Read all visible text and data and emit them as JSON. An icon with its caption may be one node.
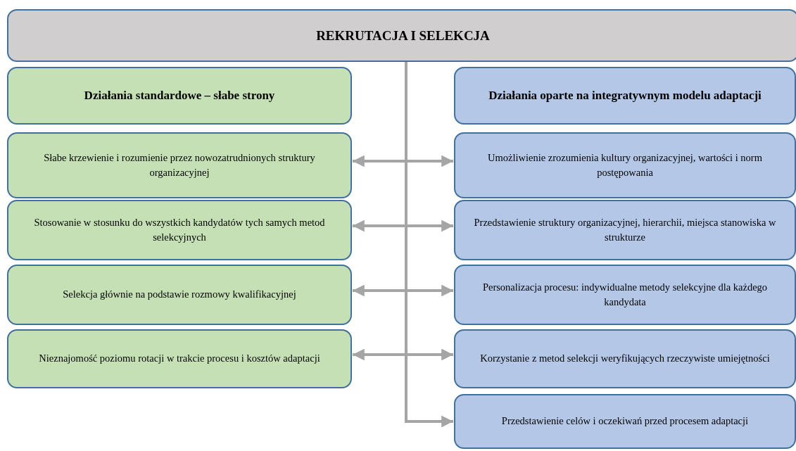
{
  "diagram": {
    "nodes": [
      {
        "text": [
          "REKRUTACJA I SELEKCJA"
        ]
      },
      {
        "text": [
          "Działania standardowe – słabe strony"
        ]
      },
      {
        "text": [
          "Działania oparte na integratywnym modelu adaptacji"
        ]
      },
      {
        "text": [
          "Słabe krzewienie i rozumienie przez nowozatrudnionych struktury organizacyjnej"
        ]
      },
      {
        "text": [
          "Umożliwienie zrozumienia kultury organizacyjnej, wartości i norm postępowania"
        ]
      },
      {
        "text": [
          "Stosowanie w stosunku do wszystkich kandydatów tych samych metod selekcyjnych"
        ]
      },
      {
        "text": [
          "Przedstawienie struktury organizacyjnej, hierarchii, miejsca stanowiska w strukturze"
        ]
      },
      {
        "text": [
          "Selekcja głównie na podstawie rozmowy kwalifikacyjnej"
        ]
      },
      {
        "text": [
          "Personalizacja procesu: indywidualne metody selekcyjne dla każdego kandydata"
        ]
      },
      {
        "text": [
          "Nieznajomość poziomu rotacji w trakcie procesu i kosztów adaptacji"
        ]
      },
      {
        "text": [
          "Korzystanie z metod selekcji weryfikujących rzeczywiste umiejętności"
        ]
      },
      {
        "text": [
          "Przedstawienie celów i oczekiwań przed procesem adaptacji"
        ]
      }
    ],
    "edges": [
      {
        "from": 3,
        "to": 4,
        "arrow": "both"
      },
      {
        "from": 5,
        "to": 6,
        "arrow": "both"
      },
      {
        "from": 7,
        "to": 8,
        "arrow": "both"
      },
      {
        "from": 9,
        "to": 10,
        "arrow": "both"
      },
      {
        "from": 0,
        "to": 11,
        "arrow": "to"
      }
    ]
  }
}
